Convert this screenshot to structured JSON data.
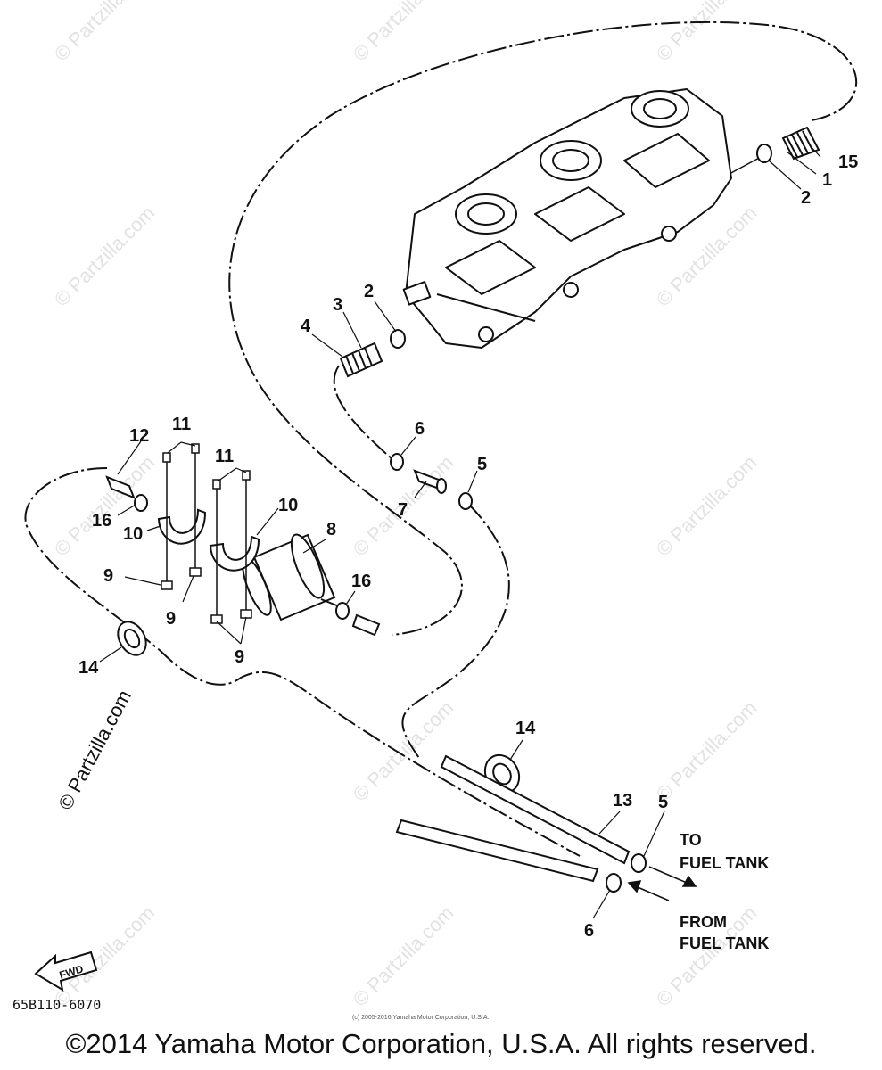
{
  "watermark": "© Partzilla.com",
  "part_number_code": "65B110-6070",
  "fine_print": "(c) 2005-2016 Yamaha Motor Corporation, U.S.A.",
  "fwd_label": "FWD",
  "labels": {
    "to_fuel_tank": [
      "TO",
      "FUEL TANK"
    ],
    "from_fuel_tank": [
      "FROM",
      "FUEL TANK"
    ]
  },
  "callouts": [
    "15",
    "1",
    "2",
    "2",
    "3",
    "4",
    "6",
    "5",
    "7",
    "8",
    "16",
    "12",
    "11",
    "11",
    "10",
    "10",
    "16",
    "9",
    "9",
    "9",
    "14",
    "14",
    "13",
    "5",
    "6"
  ],
  "footer": "©2014 Yamaha Motor Corporation, U.S.A. All rights reserved."
}
